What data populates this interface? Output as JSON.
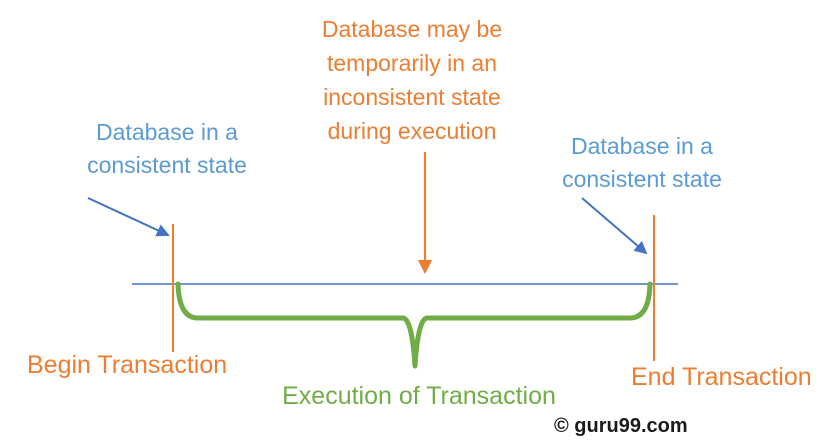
{
  "diagram": {
    "top_note": {
      "lines": [
        "Database may be",
        "temporarily in an",
        "inconsistent state",
        "during execution"
      ]
    },
    "left_label": {
      "lines": [
        "Database in a",
        "consistent state"
      ]
    },
    "right_label": {
      "lines": [
        "Database in a",
        "consistent state"
      ]
    },
    "begin_label": "Begin Transaction",
    "execution_label": "Execution of Transaction",
    "end_label": "End Transaction",
    "watermark": "© guru99.com"
  },
  "colors": {
    "orange": "#ED7D31",
    "blue_text": "#5B9BD5",
    "blue_accent": "#4472C4",
    "green": "#70AD47",
    "text_black": "#1A1A1A"
  }
}
